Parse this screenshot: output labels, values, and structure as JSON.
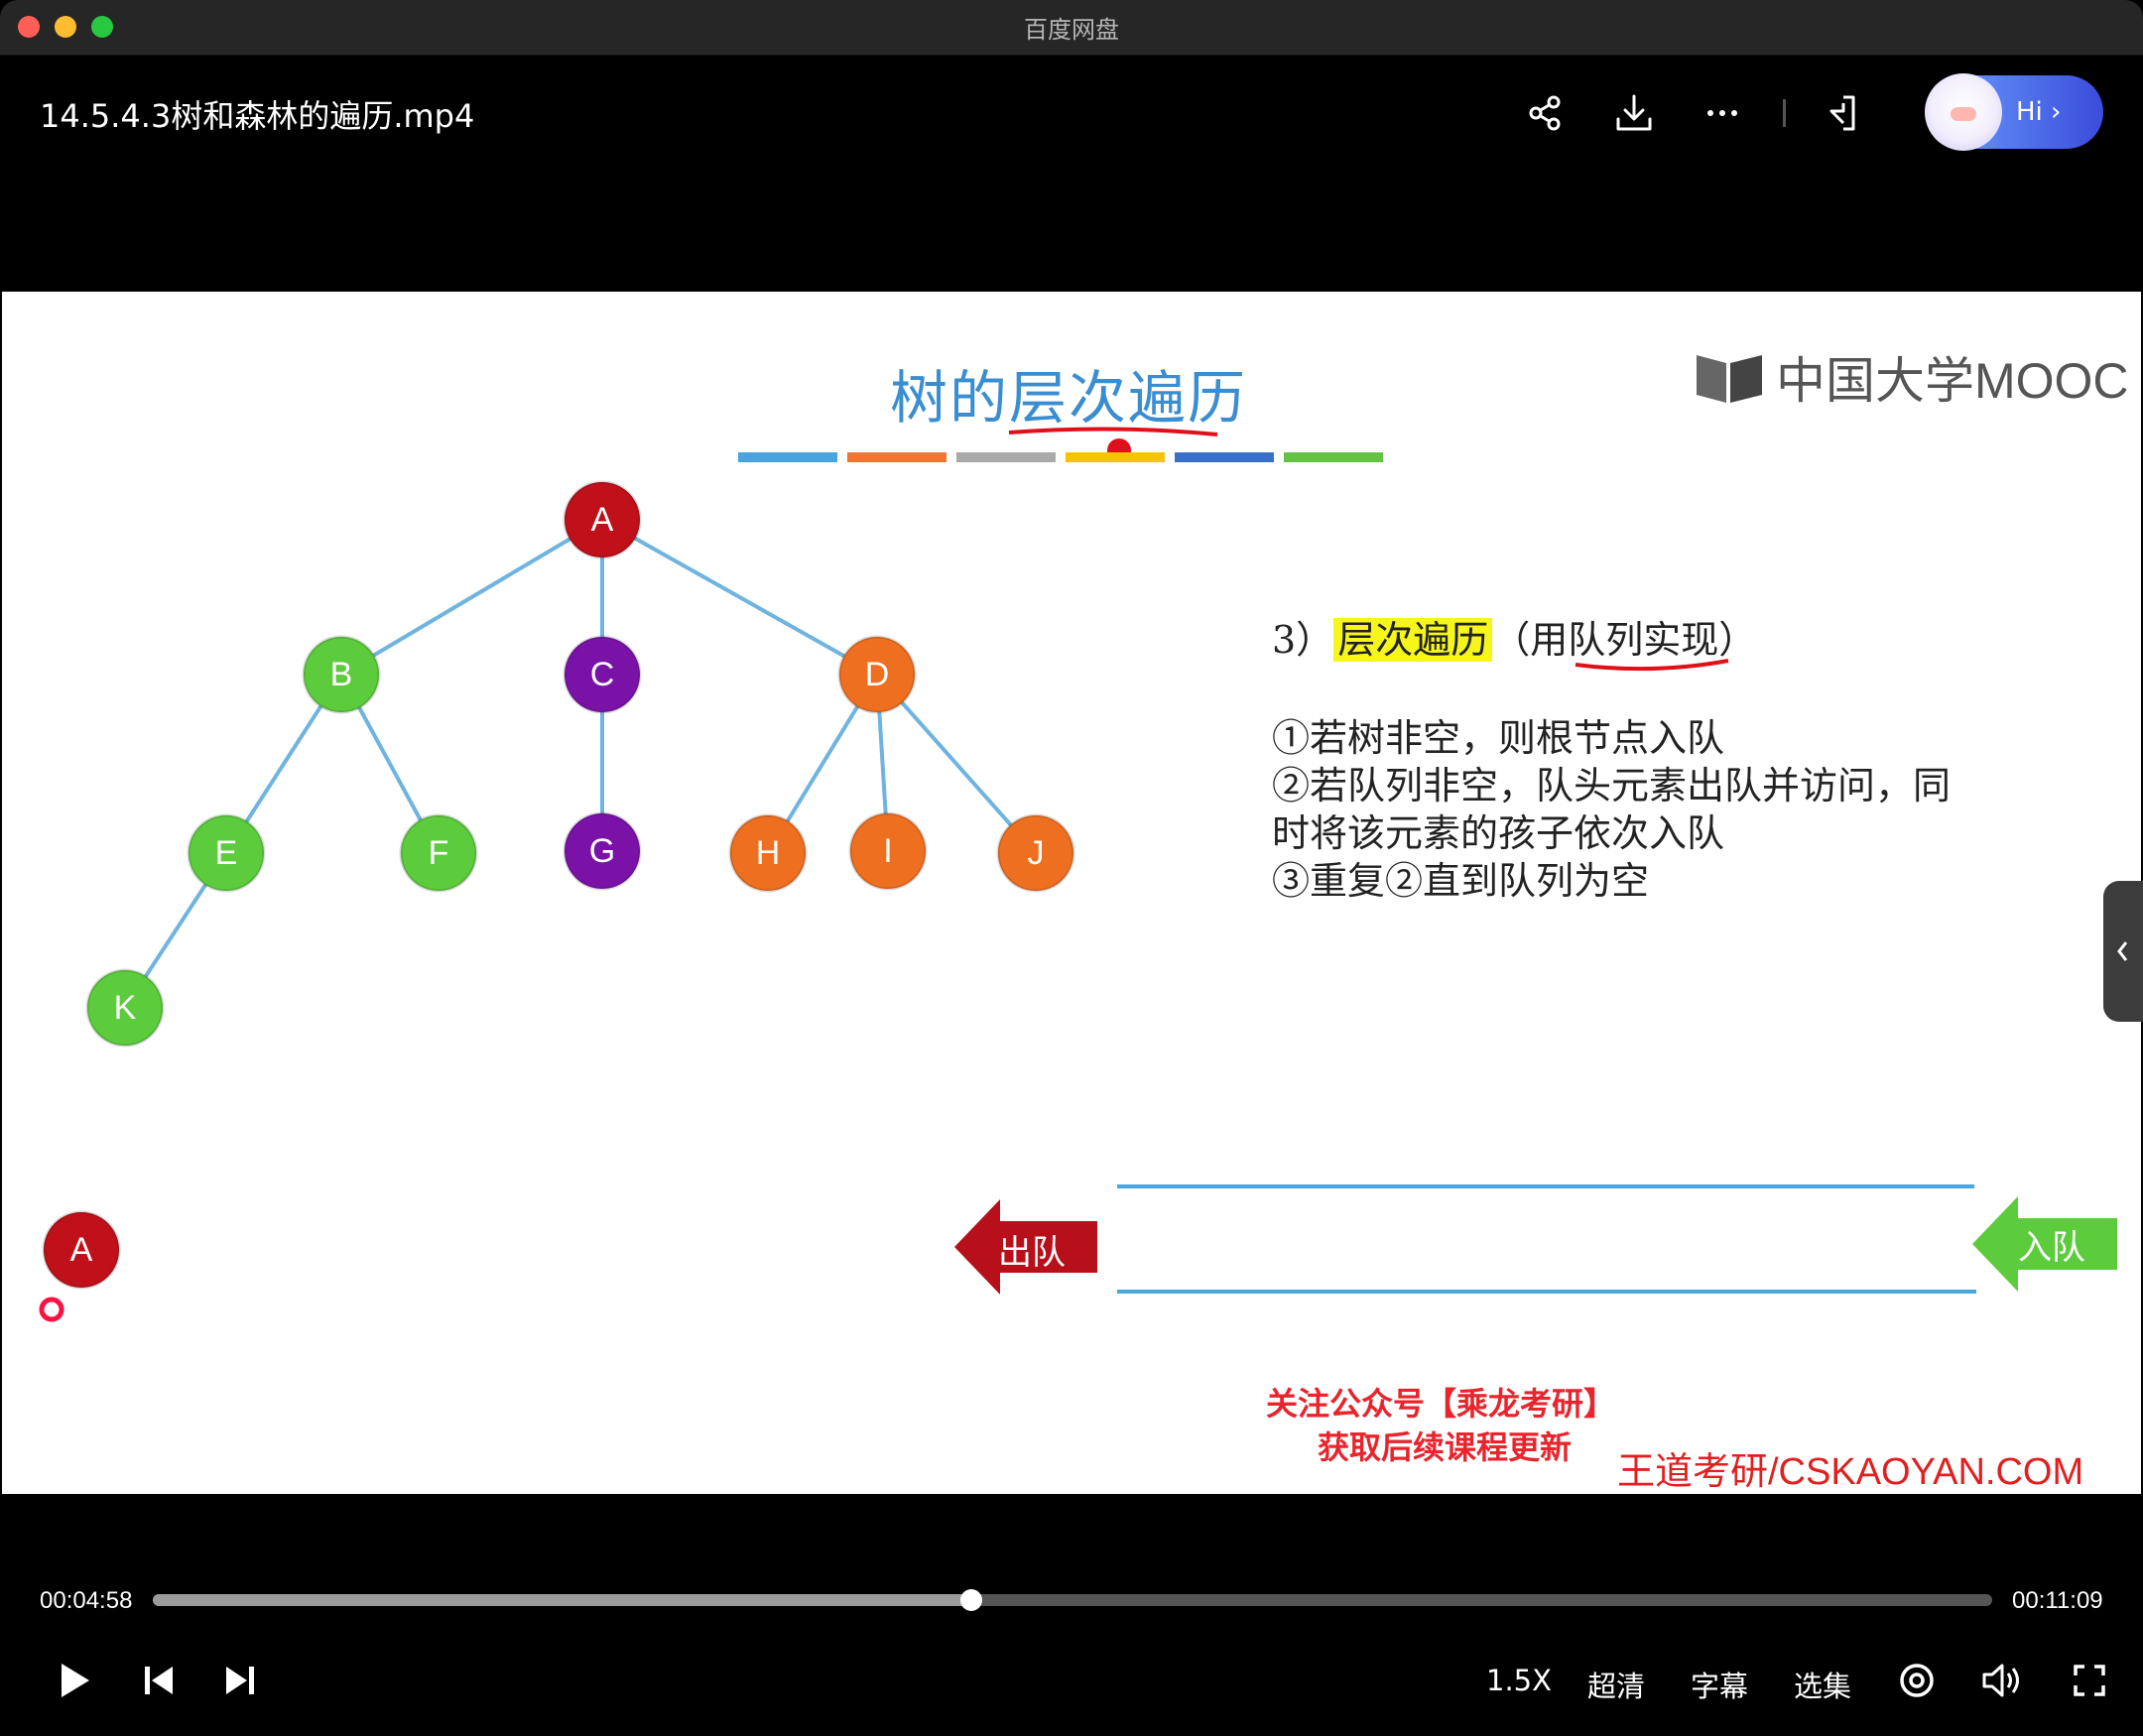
{
  "app": {
    "title": "百度网盘"
  },
  "header": {
    "file_title": "14.5.4.3树和森林的遍历.mp4",
    "hi_label": "Hi ›"
  },
  "icons": {
    "share": "share-icon",
    "download": "download-icon",
    "more": "more-icon",
    "pip": "pip-icon",
    "play": "play-icon",
    "prev": "previous-icon",
    "next": "next-icon",
    "settings": "settings-icon",
    "volume": "volume-icon",
    "fullscreen": "fullscreen-icon"
  },
  "slide": {
    "title": "树的层次遍历",
    "mooc_text": "中国大学MOOC",
    "color_bars": [
      "#4aa3dd",
      "#ee7733",
      "#a9a9a9",
      "#f5c400",
      "#3a6fc9",
      "#66c244"
    ],
    "tree_nodes": [
      {
        "label": "A",
        "color": "#c0101a"
      },
      {
        "label": "B",
        "color": "#5ccc3c"
      },
      {
        "label": "C",
        "color": "#7a12a8"
      },
      {
        "label": "D",
        "color": "#ef6f20"
      },
      {
        "label": "E",
        "color": "#5ccc3c"
      },
      {
        "label": "F",
        "color": "#5ccc3c"
      },
      {
        "label": "G",
        "color": "#7a12a8"
      },
      {
        "label": "H",
        "color": "#ef6f20"
      },
      {
        "label": "I",
        "color": "#ef6f20"
      },
      {
        "label": "J",
        "color": "#ef6f20"
      },
      {
        "label": "K",
        "color": "#5ccc3c"
      }
    ],
    "tree_edges": [
      [
        "A",
        "B"
      ],
      [
        "A",
        "C"
      ],
      [
        "A",
        "D"
      ],
      [
        "B",
        "E"
      ],
      [
        "B",
        "F"
      ],
      [
        "C",
        "G"
      ],
      [
        "D",
        "H"
      ],
      [
        "D",
        "I"
      ],
      [
        "D",
        "J"
      ],
      [
        "E",
        "K"
      ]
    ],
    "visited_node": "A",
    "algo": {
      "prefix": "3）",
      "highlight": "层次遍历",
      "paren_open": "（用",
      "underlined": "队列实现",
      "paren_close": "）",
      "lines": [
        "①若树非空，则根节点入队",
        "②若队列非空，队头元素出队并访问，同",
        "时将该元素的孩子依次入队",
        "③重复②直到队列为空"
      ]
    },
    "queue": {
      "out_label": "出队",
      "in_label": "入队"
    },
    "promo_line1": "关注公众号【乘龙考研】",
    "promo_line2": "获取后续课程更新",
    "site": "王道考研/CSKAOYAN.COM"
  },
  "controls": {
    "current_time": "00:04:58",
    "total_time": "00:11:09",
    "progress": 0.445,
    "speed": "1.5X",
    "quality": "超清",
    "subtitles": "字幕",
    "episodes": "选集"
  }
}
